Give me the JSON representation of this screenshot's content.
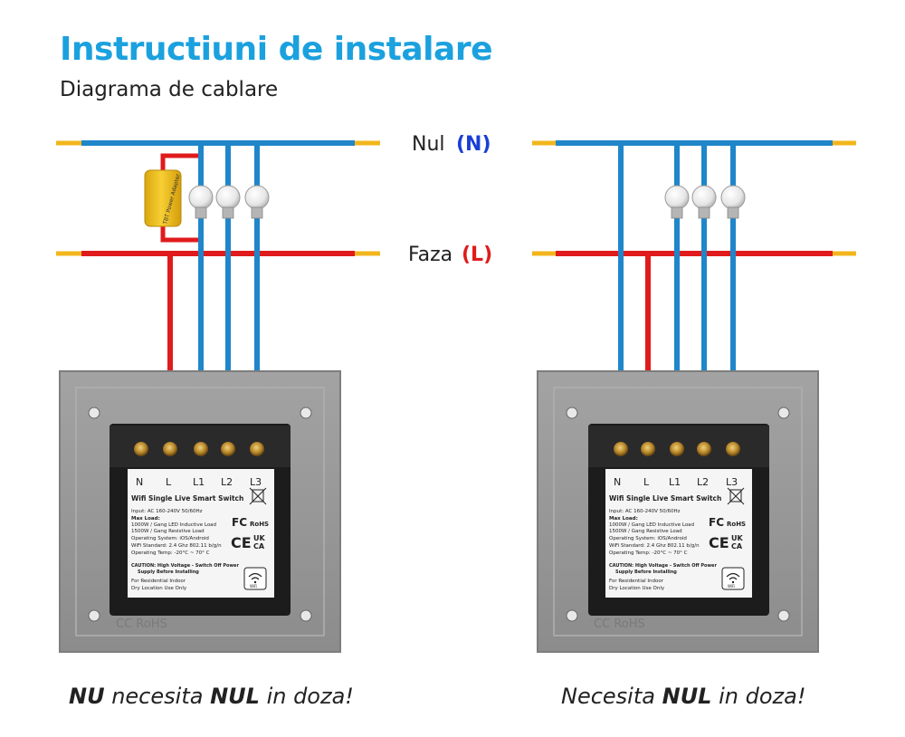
{
  "title": "Instructiuni de instalare",
  "subtitle": "Diagrama de cablare",
  "lines": {
    "neutral_label": "Nul",
    "neutral_code": "(N)",
    "phase_label": "Faza",
    "phase_code": "(L)"
  },
  "colors": {
    "title": "#1ba1de",
    "neutral_wire": "#1f86c9",
    "phase_wire": "#e01b1b",
    "wire_end": "#f2b61c",
    "capacitor": "#f2c21a",
    "plate": "#9a9a9a",
    "module": "#1c1c1c"
  },
  "panel": {
    "terminal_labels": [
      "N",
      "L",
      "L1",
      "L2",
      "L3"
    ],
    "label_title": "Wifi Single Live Smart Switch",
    "input_line": "Input: AC 160-240V 50/60Hz",
    "max_load_title": "Max Load:",
    "max_load_1": "1000W / Gang LED Inductive Load",
    "max_load_2": "1500W / Gang Resistive Load",
    "os_line": "Operating System: iOS/Android",
    "wifi_line": "WiFi Standard: 2.4 Ghz 802.11 b/g/n",
    "temp_line": "Operating Temp: -20°C ~ 70° C",
    "caution_1": "CAUTION: High Voltage - Switch Off Power",
    "caution_2": "Supply Before Installing",
    "indoor_1": "For Residential Indoor",
    "indoor_2": "Dry Location Use Only",
    "wifi_badge": "WiFi",
    "fcc": "FC",
    "rohs": "RoHS",
    "ce": "CE",
    "uk": "UK",
    "ca": "CA",
    "plate_marks": "CC RoHS"
  },
  "captions": {
    "left_bold_1": "NU",
    "left_text_1": " necesita ",
    "left_bold_2": "NUL",
    "left_text_2": " in doza!",
    "right_text_1": "Necesita ",
    "right_bold_1": "NUL",
    "right_text_2": " in doza!"
  },
  "capacitor_text": "TBT Power Adapter"
}
